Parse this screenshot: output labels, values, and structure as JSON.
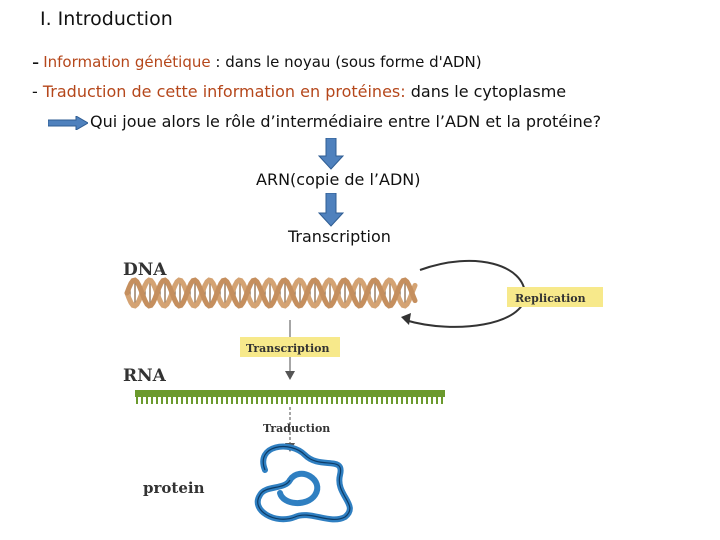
{
  "slide": {
    "title": "I. Introduction",
    "line1": {
      "dash": "-",
      "lead": "Information génétique",
      "rest": " : dans le noyau (sous forme d'ADN)"
    },
    "line2": {
      "dash": "- ",
      "lead": "Traduction de cette information en protéines:",
      "rest": " dans le cytoplasme"
    },
    "question": "Qui joue alors le rôle d’intermédiaire entre l’ADN et la protéine?",
    "arn_label": "ARN(copie de l’ADN)",
    "transcription_label": "Transcription"
  },
  "diagram": {
    "dna_label": "DNA",
    "replication_label": "Replication",
    "transcription_label": "Transcription",
    "rna_label": "RNA",
    "translation_label": "Traduction",
    "protein_label": "protein"
  },
  "colors": {
    "accent_text": "#b5471b",
    "arrow_blue": "#4f81bd",
    "dna_strand": "#d4a373",
    "rna_green": "#6b9a2e",
    "label_box": "#f7e98b",
    "protein_blue": "#2f7fc1"
  }
}
